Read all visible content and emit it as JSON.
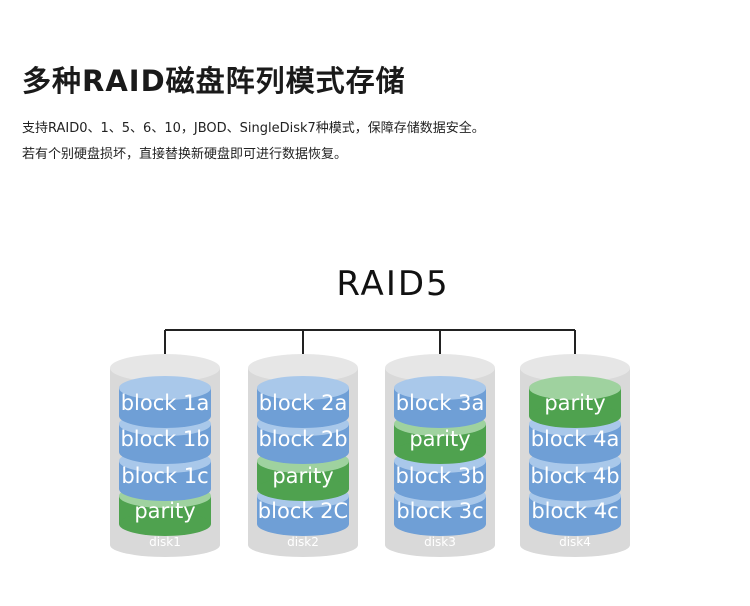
{
  "heading": {
    "title": "多种RAID磁盘阵列模式存储",
    "line1": "支持RAID0、1、5、6、10，JBOD、SingleDisk7种模式，保障存储数据安全。",
    "line2": "若有个别硬盘损坏，直接替换新硬盘即可进行数据恢复。"
  },
  "diagram": {
    "title": "RAID5",
    "colors": {
      "data": "#6f9fd6",
      "data_top": "#a9c8ea",
      "parity": "#4fa24f",
      "parity_top": "#9fd29f",
      "shell": "#d9d9d9",
      "connector": "#222222",
      "label_text": "#ffffff"
    },
    "disks": [
      {
        "label": "disk1",
        "blocks": [
          "block 1a",
          "block 1b",
          "block 1c",
          "parity"
        ]
      },
      {
        "label": "disk2",
        "blocks": [
          "block 2a",
          "block 2b",
          "parity",
          "block 2C"
        ]
      },
      {
        "label": "disk3",
        "blocks": [
          "block 3a",
          "parity",
          "block 3b",
          "block 3c"
        ]
      },
      {
        "label": "disk4",
        "blocks": [
          "parity",
          "block 4a",
          "block 4b",
          "block 4c"
        ]
      }
    ]
  }
}
